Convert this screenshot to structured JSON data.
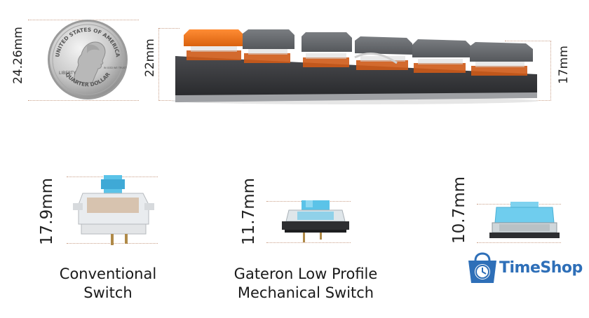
{
  "dimensions": {
    "quarter_height": "24.26mm",
    "keyboard_front_height": "22mm",
    "keyboard_back_height": "17mm"
  },
  "coin": {
    "top_text": "UNITED STATES OF AMERICA",
    "bottom_text": "QUARTER DOLLAR",
    "liberty": "LIBERTY",
    "motto": "IN GOD WE TRUST"
  },
  "switches": [
    {
      "height": "17.9mm",
      "caption_line1": "Conventional",
      "caption_line2": "Switch"
    },
    {
      "height": "11.7mm",
      "caption_line1": "Gateron Low Profile",
      "caption_line2": "Mechanical Switch"
    },
    {
      "height": "10.7mm",
      "caption_line1": "",
      "caption_line2": ""
    }
  ],
  "logo": {
    "text": "TimeShop"
  },
  "colors": {
    "dim_line": "#c9a089",
    "orange_keycap": "#f07a22",
    "grey_keycap": "#6b6e72",
    "switch_blue": "#5bc3e8",
    "logo_blue": "#2e6fb8"
  }
}
